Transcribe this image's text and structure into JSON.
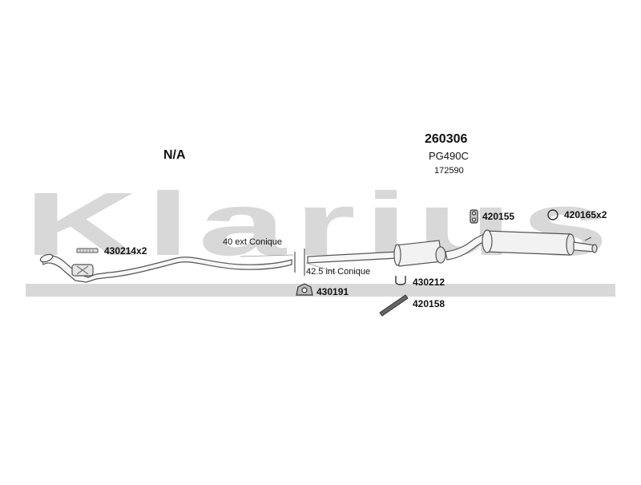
{
  "watermark": {
    "brand": "Klarius",
    "color": "#d4d4d4"
  },
  "assembly": {
    "title": "N/A",
    "main_part_number": "260306",
    "reference": "PG490C",
    "secondary_number": "172590"
  },
  "parts": {
    "clamp_front": {
      "label": "430214x2",
      "icon": "bolt-icon"
    },
    "ext_conique": {
      "label": "40 ext Conique"
    },
    "int_conique": {
      "label": "42.5 int Conique"
    },
    "hanger_mount": {
      "label": "430191",
      "icon": "rubber-mount-icon"
    },
    "u_clamp": {
      "label": "430212",
      "icon": "u-clamp-icon"
    },
    "hanger_bar": {
      "label": "420158",
      "icon": "hanger-bar-icon"
    },
    "rubber_hanger": {
      "label": "420155",
      "icon": "rubber-hanger-icon"
    },
    "ring_hanger": {
      "label": "420165x2",
      "icon": "ring-icon"
    }
  },
  "colors": {
    "pipe": "#555555",
    "pipe_fill": "#f6f6f6"
  }
}
